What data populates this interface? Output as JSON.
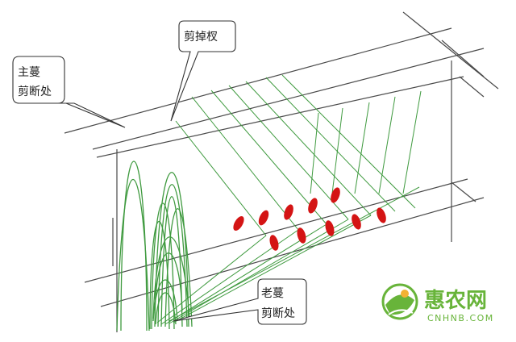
{
  "labels": {
    "main_vine_cut": [
      "主蔓",
      "剪断处"
    ],
    "prune_branch": "剪掉杈",
    "old_vine_cut": [
      "老蔓",
      "剪断处"
    ]
  },
  "logo": {
    "name": "惠农网",
    "domain": "CNHNB.COM"
  },
  "colors": {
    "frame_lines": "#4a4a4a",
    "vines": "#3f9a3f",
    "fruit": "#d41414",
    "logo": "#68b43a"
  }
}
